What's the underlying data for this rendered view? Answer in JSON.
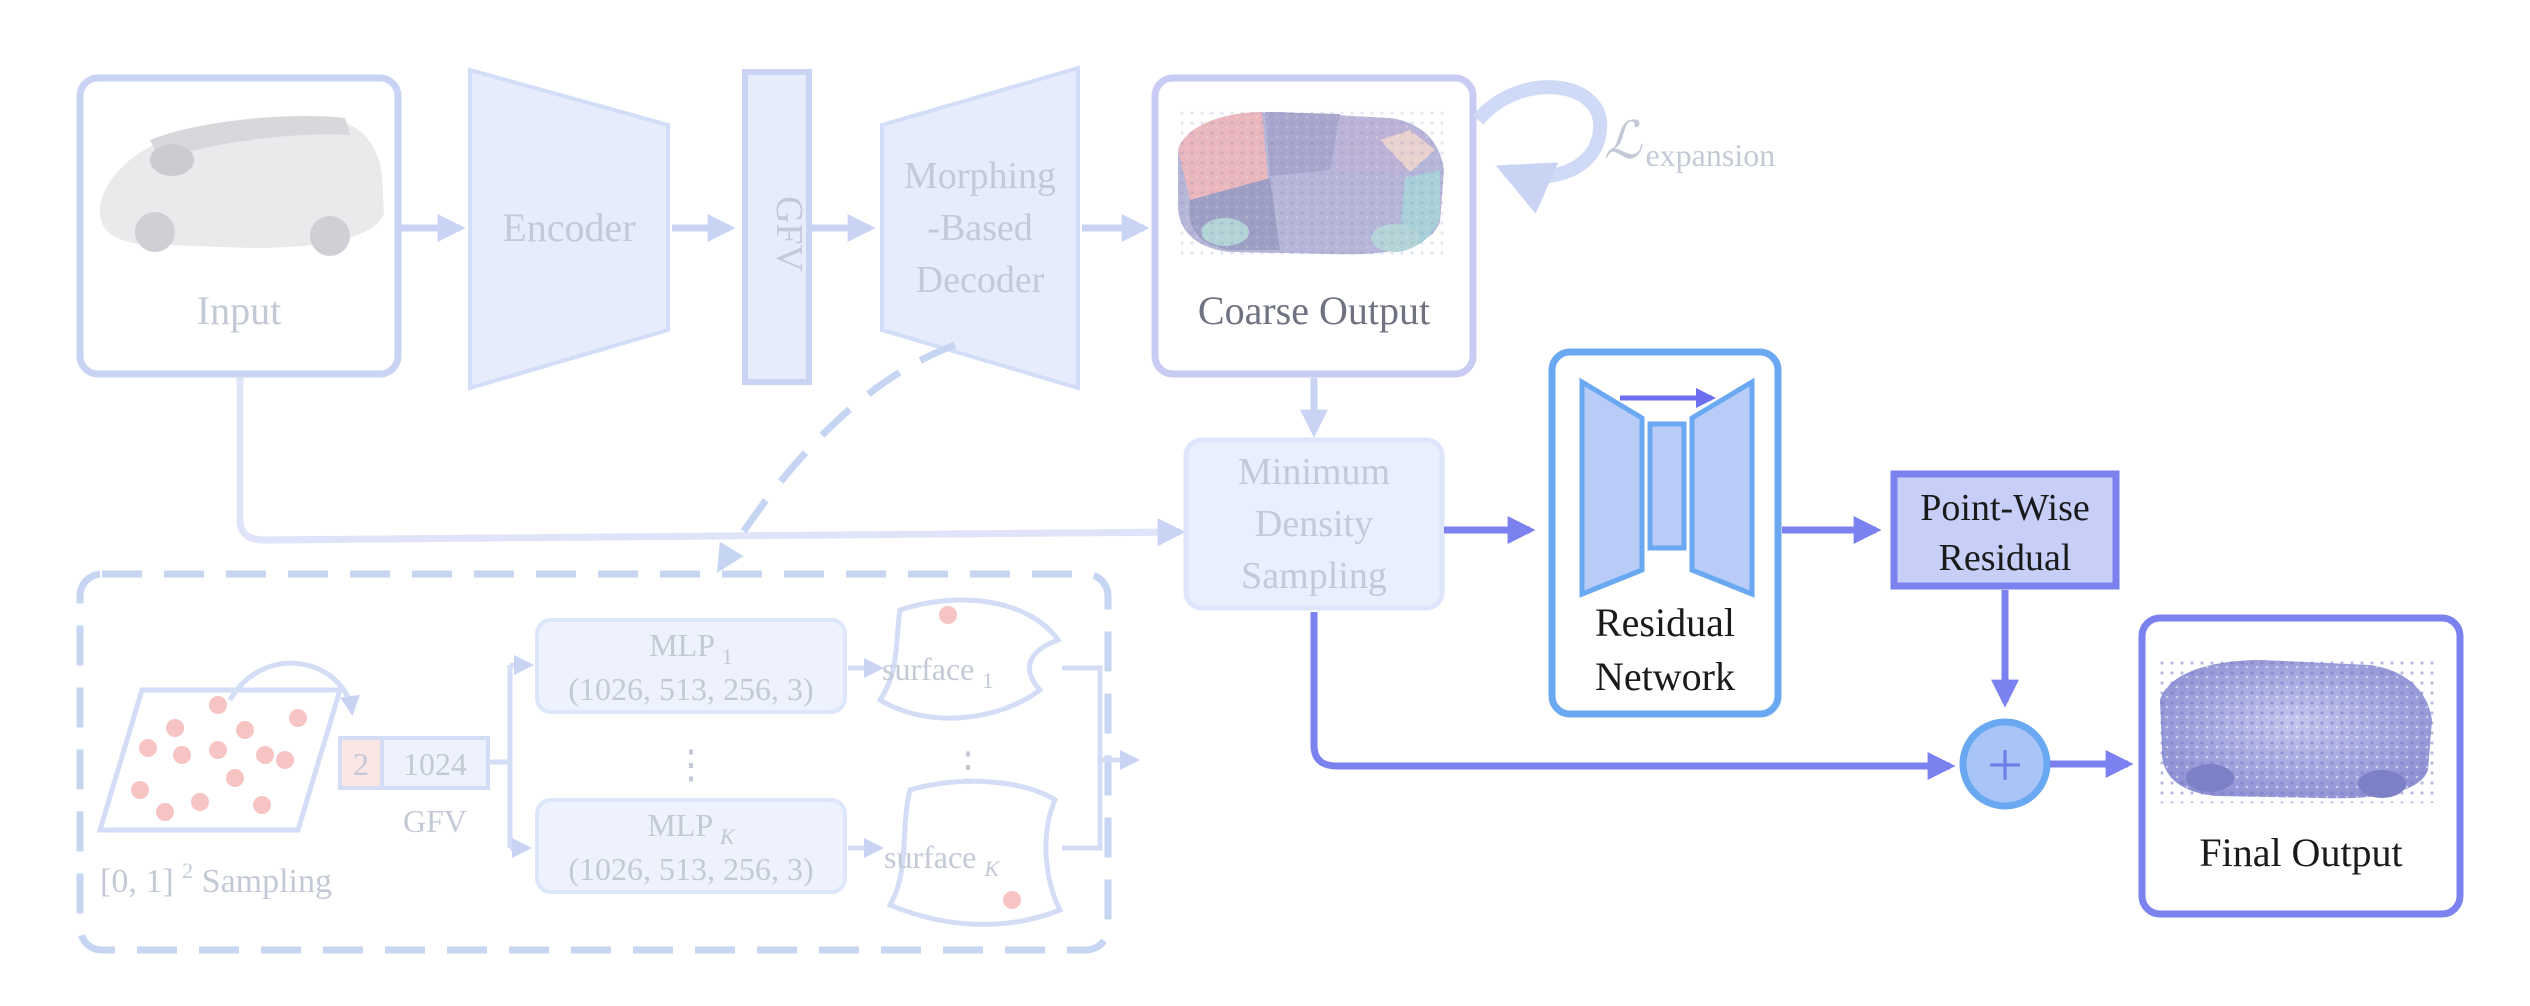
{
  "colors": {
    "faded_blue": "#c9d4f5",
    "faded_fill": "#e6ecfb",
    "faded_text": "#c3c9d6",
    "dashed_blue": "#c6d6f2",
    "node_blue_fill": "#e9effc",
    "sample_pink": "#f7c4c4",
    "active_purple": "#7b82ef",
    "active_blue": "#6aa9f2",
    "active_blue_fill": "#b9ccf8",
    "text_dark": "#1a1a1a",
    "text_mid": "#6f7280",
    "point_cloud": "#a9acdc"
  },
  "top_pipeline": {
    "input_label": "Input",
    "encoder_label": "Encoder",
    "gfv_label": "GFV",
    "decoder_lines": [
      "Morphing",
      "-Based",
      "Decoder"
    ],
    "coarse_label": "Coarse Output",
    "loss_symbol": "ℒ",
    "loss_subscript": "expansion"
  },
  "sampling": {
    "mds_lines": [
      "Minimum",
      "Density",
      "Sampling"
    ],
    "residual_net_lines": [
      "Residual",
      "Network"
    ],
    "pointwise_lines": [
      "Point-Wise",
      "Residual"
    ],
    "final_label": "Final Output",
    "sum_symbol": "+"
  },
  "decoder_detail": {
    "sampling_label_prefix": "[0, 1]",
    "sampling_label_sup": "2",
    "sampling_label_suffix": " Sampling",
    "concat_left": "2",
    "concat_right": "1024",
    "gfv_label": "GFV",
    "mlp1_name": "MLP",
    "mlp1_sub": "1",
    "mlp1_dims": "(1026, 513, 256, 3)",
    "mlpk_name": "MLP",
    "mlpk_sub": "K",
    "mlpk_dims": "(1026, 513, 256, 3)",
    "vdots": "⋮",
    "surface1_name": "surface",
    "surface1_sub": "1",
    "surfacek_name": "surface",
    "surfacek_sub": "K"
  }
}
